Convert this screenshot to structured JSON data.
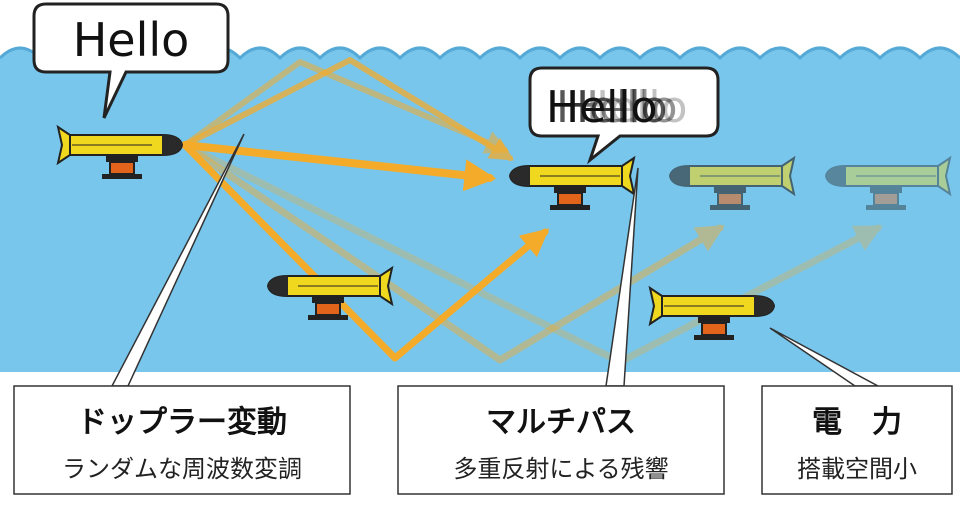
{
  "speech_bubbles": {
    "sender": "Hello",
    "receiver": "Hello",
    "echo_texts": [
      "Hello",
      "Hello",
      "Hello"
    ]
  },
  "callouts": [
    {
      "title": "ドップラー変動",
      "subtitle": "ランダムな周波数変調"
    },
    {
      "title": "マルチパス",
      "subtitle": "多重反射による残響"
    },
    {
      "title": "電　力",
      "subtitle": "搭載空間小"
    }
  ],
  "colors": {
    "water": "#78c6ec",
    "surface_line": "#54a9d6",
    "arrow": "#f4ab2a",
    "vehicle_body": "#f0d81e",
    "vehicle_nose": "#2a2a2a",
    "vehicle_base": "#e2641a",
    "box_border": "#333333"
  },
  "icons": {
    "vehicle": "underwater-vehicle-icon",
    "bubble": "speech-bubble"
  }
}
